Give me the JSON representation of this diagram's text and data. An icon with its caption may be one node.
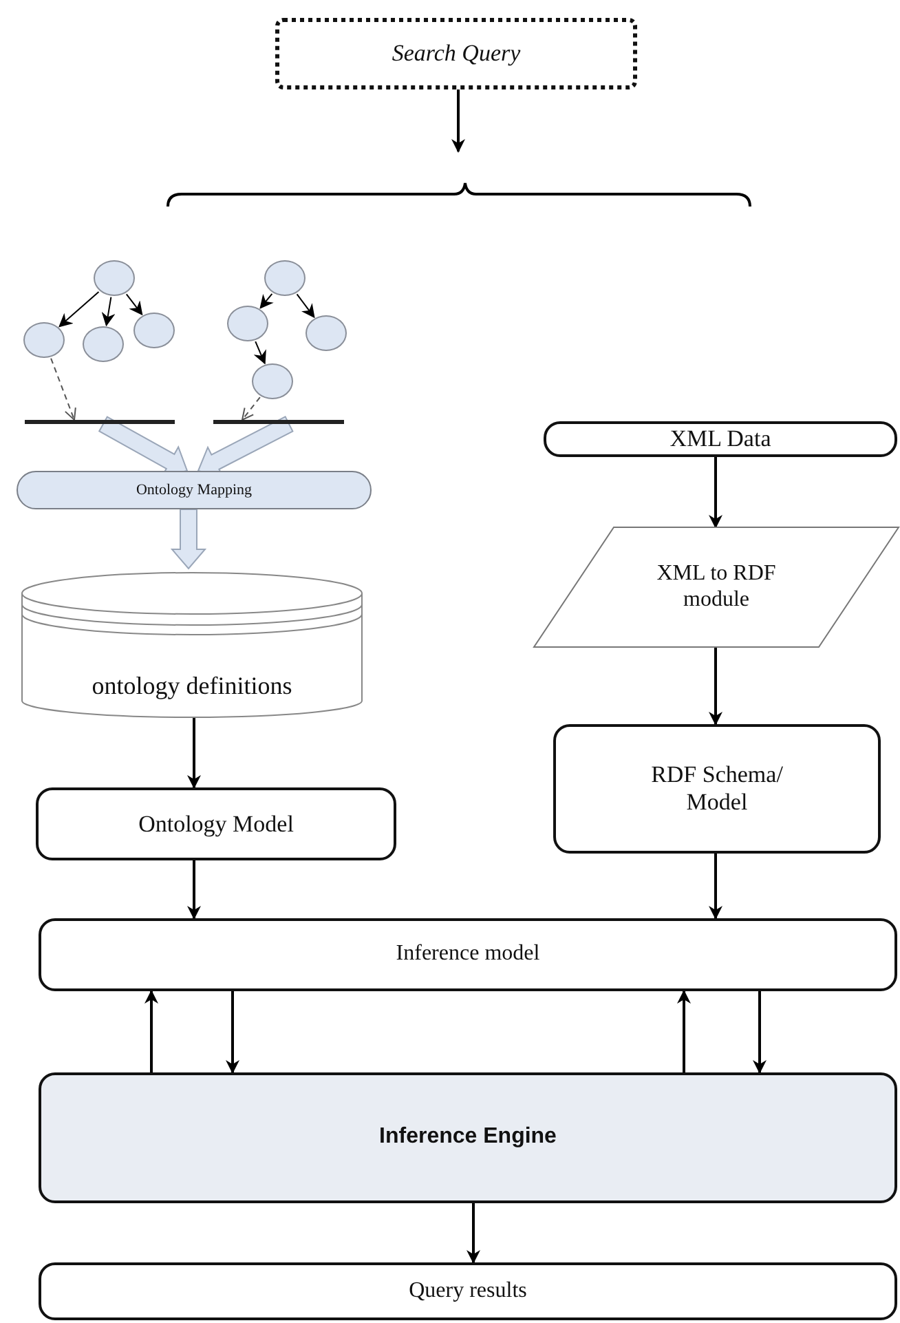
{
  "diagram": {
    "nodes": [
      {
        "text": [
          "Search Query"
        ]
      },
      {
        "text": [],
        "shape": "circle"
      },
      {
        "text": [],
        "shape": "circle"
      },
      {
        "text": [],
        "shape": "circle"
      },
      {
        "text": [],
        "shape": "circle"
      },
      {
        "text": [],
        "shape": "circle"
      },
      {
        "text": [],
        "shape": "circle"
      },
      {
        "text": [],
        "shape": "circle"
      },
      {
        "text": [],
        "shape": "circle"
      },
      {
        "text": [],
        "shape": "bar"
      },
      {
        "text": [],
        "shape": "bar"
      },
      {
        "text": [
          "Ontology Mapping"
        ]
      },
      {
        "text": [
          "XML Data"
        ]
      },
      {
        "text": [
          "XML to RDF module"
        ]
      },
      {
        "text": [
          "ontology definitions"
        ]
      },
      {
        "text": [
          "Ontology Model"
        ]
      },
      {
        "text": [
          "RDF Schema/ Model"
        ]
      },
      {
        "text": [
          "Inference model"
        ]
      },
      {
        "text": [
          "Inference Engine"
        ]
      },
      {
        "text": [
          "Query results"
        ]
      }
    ],
    "edges": [
      {
        "from": 0,
        "to": null,
        "arrow": "to"
      },
      {
        "from": 1,
        "to": 2,
        "arrow": "to"
      },
      {
        "from": 1,
        "to": 3,
        "arrow": "to"
      },
      {
        "from": 1,
        "to": 4,
        "arrow": "to"
      },
      {
        "from": 2,
        "to": 9,
        "arrow": "to",
        "style": "dashed"
      },
      {
        "from": 5,
        "to": 6,
        "arrow": "to"
      },
      {
        "from": 5,
        "to": 7,
        "arrow": "to"
      },
      {
        "from": 6,
        "to": 8,
        "arrow": "to"
      },
      {
        "from": 8,
        "to": 10,
        "arrow": "to",
        "style": "dashed"
      },
      {
        "from": 9,
        "to": 11,
        "arrow": "to",
        "style": "thick"
      },
      {
        "from": 10,
        "to": 11,
        "arrow": "to",
        "style": "thick"
      },
      {
        "from": 11,
        "to": 14,
        "arrow": "to",
        "style": "thick"
      },
      {
        "from": 12,
        "to": 13,
        "arrow": "to"
      },
      {
        "from": 13,
        "to": 16,
        "arrow": "to"
      },
      {
        "from": 14,
        "to": 15,
        "arrow": "to"
      },
      {
        "from": 15,
        "to": 17,
        "arrow": "to"
      },
      {
        "from": 16,
        "to": 17,
        "arrow": "to"
      },
      {
        "from": 18,
        "to": 17,
        "arrow": "to"
      },
      {
        "from": 17,
        "to": 18,
        "arrow": "to"
      },
      {
        "from": 18,
        "to": 17,
        "arrow": "to"
      },
      {
        "from": 17,
        "to": 18,
        "arrow": "to"
      },
      {
        "from": 18,
        "to": 19,
        "arrow": "to"
      }
    ]
  }
}
